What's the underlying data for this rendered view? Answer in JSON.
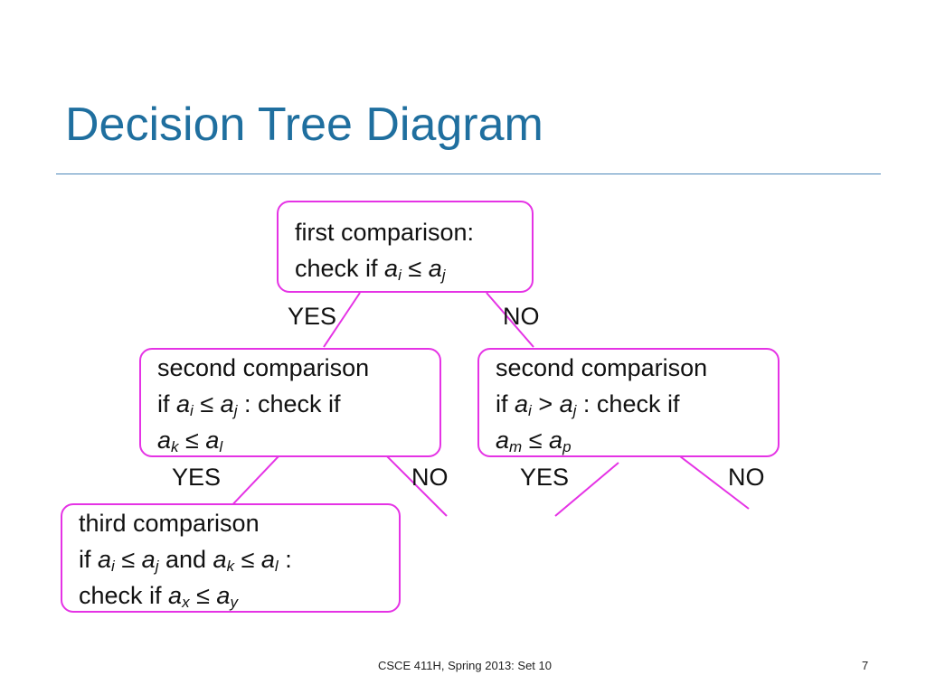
{
  "slide": {
    "title": "Decision Tree Diagram",
    "footer": "CSCE 411H, Spring 2013:  Set 10",
    "page_number": "7"
  },
  "nodes": {
    "first": {
      "line1": "first comparison:",
      "line2_prefix": "check if ",
      "var_a": "a",
      "sub_i": "i",
      "op": " ≤ ",
      "var_b": "a",
      "sub_j": "j"
    },
    "second_left": {
      "line1": "second comparison",
      "line2_prefix": "if ",
      "v1": "a",
      "s1": "i",
      "op1": " ≤ ",
      "v2": "a",
      "s2": "j",
      "line2_suffix": " : check if",
      "v3": "a",
      "s3": "k",
      "op2": " ≤ ",
      "v4": "a",
      "s4": "l"
    },
    "second_right": {
      "line1": "second comparison",
      "line2_prefix": "if ",
      "v1": "a",
      "s1": "i",
      "op1": " > ",
      "v2": "a",
      "s2": "j",
      "line2_suffix": " : check if",
      "v3": "a",
      "s3": "m",
      "op2": " ≤ ",
      "v4": "a",
      "s4": "p"
    },
    "third": {
      "line1": "third comparison",
      "line2_prefix": "if ",
      "v1": "a",
      "s1": "i",
      "op1": " ≤ ",
      "v2": "a",
      "s2": "j",
      "mid": " and ",
      "v3": "a",
      "s3": "k",
      "op2": " ≤ ",
      "v4": "a",
      "s4": "l",
      "line2_suffix": " :",
      "line3_prefix": "check if ",
      "v5": "a",
      "s5": "x",
      "op3": " ≤ ",
      "v6": "a",
      "s6": "y"
    }
  },
  "branch_labels": {
    "first_yes": "YES",
    "first_no": "NO",
    "left_yes": "YES",
    "left_no": "NO",
    "right_yes": "YES",
    "right_no": "NO"
  },
  "colors": {
    "title": "#1f6f9f",
    "rule": "#4a86b8",
    "node_border": "#e533e5",
    "edge": "#e533e5"
  }
}
